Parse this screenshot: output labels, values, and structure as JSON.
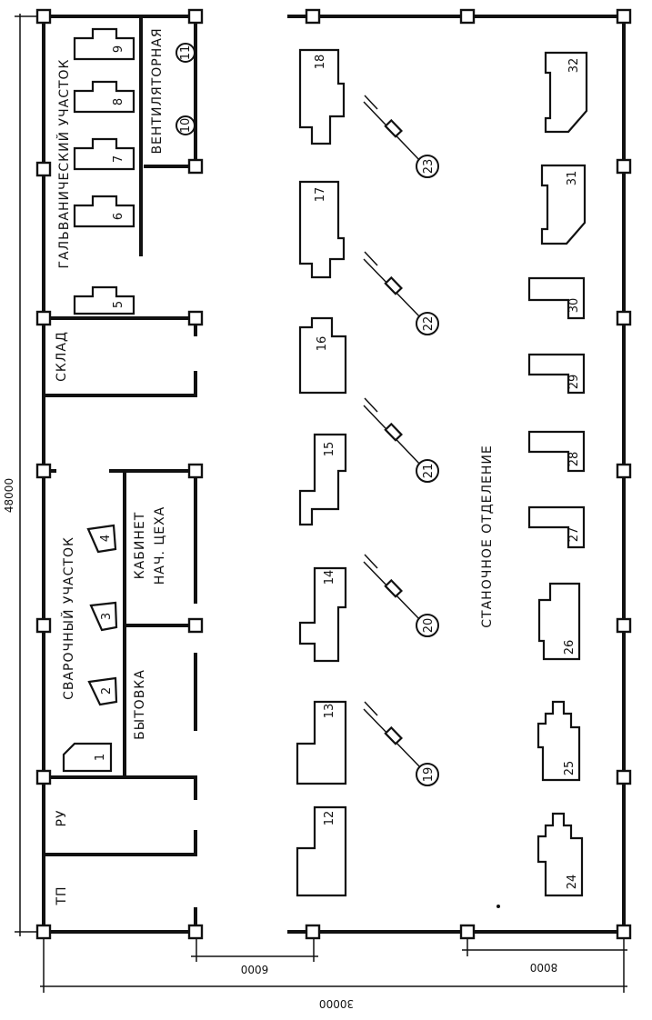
{
  "labels": {
    "galvanic": "ГАЛЬВАНИЧЕСКИЙ УЧАСТОК",
    "ventilation": "ВЕНТИЛЯТОРНАЯ",
    "warehouse": "СКЛАД",
    "welding": "СВАРОЧНЫЙ УЧАСТОК",
    "office_line1": "КАБИНЕТ",
    "office_line2": "НАЧ. ЦЕХА",
    "household": "БЫТОВКА",
    "ru": "РУ",
    "tp": "ТП",
    "machine_shop": "СТАНОЧНОЕ ОТДЕЛЕНИЕ"
  },
  "dimensions": {
    "length": "48000",
    "width": "30000",
    "bay": "6000",
    "span": "8000"
  },
  "machines": [
    "1",
    "2",
    "3",
    "4",
    "5",
    "6",
    "7",
    "8",
    "9",
    "10",
    "11",
    "12",
    "13",
    "14",
    "15",
    "16",
    "17",
    "18",
    "19",
    "20",
    "21",
    "22",
    "23",
    "24",
    "25",
    "26",
    "27",
    "28",
    "29",
    "30",
    "31",
    "32"
  ]
}
